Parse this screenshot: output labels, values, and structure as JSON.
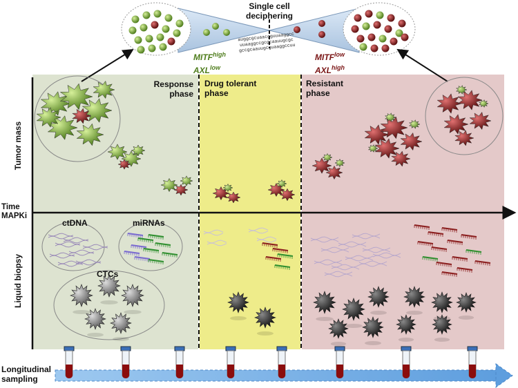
{
  "header": {
    "title_line1": "Single cell",
    "title_line2": "deciphering",
    "rna_line1": "auggcgcuaacgguuaaggcc",
    "rna_line2": "uuaaggccgcgcaauugcgc",
    "rna_line3": "gccgcaauugcguaaggccuu"
  },
  "markers": {
    "left_gene1": "MITF",
    "left_sup1": "high",
    "left_gene2": "AXL",
    "left_sup2": "low",
    "right_gene1": "MITF",
    "right_sup1": "low",
    "right_gene2": "AXL",
    "right_sup2": "high"
  },
  "phases": {
    "response_1": "Response",
    "response_2": "phase",
    "tolerant_1": "Drug tolerant",
    "tolerant_2": "phase",
    "resistant_1": "Resistant",
    "resistant_2": "phase"
  },
  "axes": {
    "tumor_mass": "Tumor mass",
    "liquid_biopsy": "Liquid biopsy",
    "time_1": "Time",
    "time_2": "MAPKi"
  },
  "biomarkers": {
    "ctdna": "ctDNA",
    "mirnas": "miRNAs",
    "ctcs": "CTCs"
  },
  "sampling": {
    "label_1": "Longitudinal",
    "label_2": "sampling"
  },
  "colors": {
    "response_bg": "#dde3d0",
    "tolerant_bg": "#eeec8a",
    "resistant_bg": "#e4c9c9",
    "green_cell": "#7aa83a",
    "red_cell": "#8b1e1e",
    "arrow_blue": "#7fb4e6"
  }
}
